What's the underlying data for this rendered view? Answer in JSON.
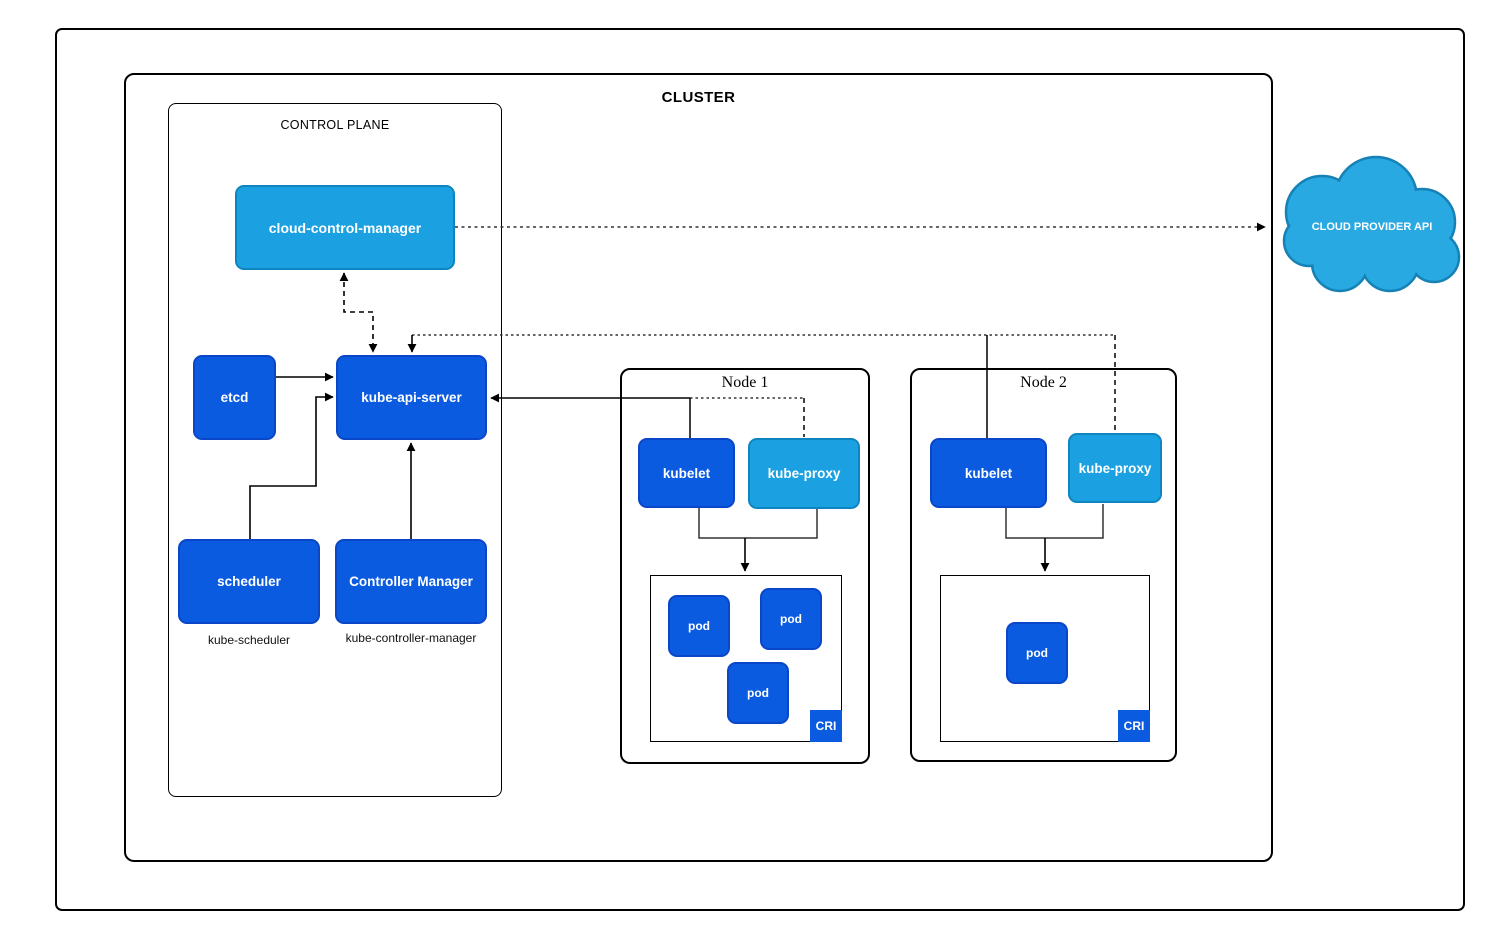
{
  "cluster": {
    "label": "CLUSTER"
  },
  "control_plane": {
    "label": "CONTROL PLANE",
    "cloud_control_manager": "cloud-control-manager",
    "etcd": "etcd",
    "kube_api_server": "kube-api-server",
    "scheduler": "scheduler",
    "scheduler_caption": "kube-scheduler",
    "controller_manager": "Controller Manager",
    "controller_manager_caption": "kube-controller-manager"
  },
  "nodes": [
    {
      "title": "Node 1",
      "kubelet": "kubelet",
      "kube_proxy": "kube-proxy",
      "cri_label": "CRI",
      "pods": [
        "pod",
        "pod",
        "pod"
      ]
    },
    {
      "title": "Node 2",
      "kubelet": "kubelet",
      "kube_proxy": "kube-proxy",
      "cri_label": "CRI",
      "pods": [
        "pod"
      ]
    }
  ],
  "cloud": {
    "label": "CLOUD PROVIDER API"
  },
  "colors": {
    "dark_blue": "#0B5BE0",
    "light_blue": "#1BA1E2",
    "cloud_blue": "#29A9E1",
    "line": "#000000"
  }
}
